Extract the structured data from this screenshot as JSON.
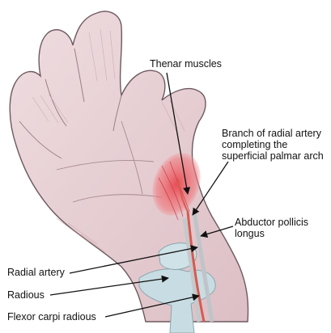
{
  "illustration": {
    "subject": "hand-and-wrist-anatomy",
    "colors": {
      "skin_fill": "#e9d2d6",
      "skin_shadow": "#c9a9b0",
      "outline": "#6d5a60",
      "muscle": "#e8474f",
      "bone": "#c8dde3",
      "tendon": "#bfc4c8",
      "artery": "#d75a4f"
    }
  },
  "labels": {
    "thenar": [
      "Thenar muscles"
    ],
    "branch": [
      "Branch of radial artery",
      "completing the",
      "superficial palmar arch"
    ],
    "abductor": [
      "Abductor pollicis",
      "longus"
    ],
    "radial_artery": [
      "Radial artery"
    ],
    "radious": [
      "Radious"
    ],
    "flexor": [
      "Flexor carpi radious"
    ]
  }
}
